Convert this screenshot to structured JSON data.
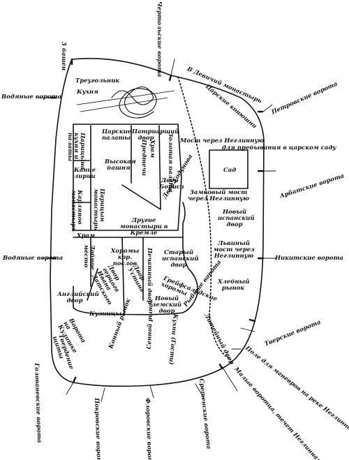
{
  "map": {
    "ink": "#111111",
    "paper": "#ffffff",
    "labels": {
      "chertolskie_vorota": "Чертольские ворота",
      "pyat_bashen": "5 башен",
      "treugolnik": "Треугольник",
      "kukhnya": "Кухня",
      "vodnye_vorota_1": "Водяные ворота",
      "devichiy_monastyr": "В Девичий монастырь",
      "tsarskie_konyushni": "Царские конюшни",
      "petrovskie_vorota": "Петровские ворота",
      "tsarskie_palaty": "Царские палаты",
      "patriarshiy_dvor": "Патриарший двор",
      "zolotaya_palata": "Золотая палата",
      "tsaritsyna_kukhnya": "Царицына кухня и палаты",
      "khram": "Храм",
      "predtechi": "Предтечи",
      "most_1": "Мост через Неглинную",
      "dlya_prebyvaniya": "для пребывания в царском саду",
      "vysokaya_bashnya": "Высокая башня",
      "kanie_liryi": "Кание лирии",
      "sad": "Сад",
      "dvor_borisa": "Двор Бориса",
      "arbatskie_vorota": "Арбатские ворота",
      "karlyanov_monastyr": "Карлянов монастырь",
      "tsaritsyn_monastyr": "Царицын монастырь",
      "dvor_godunova": "Двор Годунова",
      "zamkovy_most": "Замковый мост через Неглинную",
      "novy_ispansky_dvor": "Новый испанский двор",
      "drugie_monastyri": "Другие монастыри в Кремле",
      "khram_2": "Храм",
      "lobnoe_mesto": "Лобное место",
      "khoromy_kor_poslov": "Хоромы кор. послов",
      "stary_ispansky_dvor": "Старый испанский двор",
      "lvovy_most": "Львиный мост через Неглинную",
      "nikitskie_vorota": "Никитские ворота",
      "vodnye_vorota_2": "Водяные ворота",
      "dvor_gertsoga": "Двор герцога Ивана Датского",
      "dvor_ustina": "Двор Устина",
      "pechatny_dvor": "Печатный двор",
      "greifsalskie_khoromy": "Грейфсальдские хоромы",
      "khlebny_rynok": "Хлебный рынок",
      "angliysky_dvor": "Английский двор",
      "novy_zemsky_dvor": "Новый земский двор",
      "kuznitsy": "Кузницы",
      "vorota_na_kulishke": "Ворота на Кулишке",
      "rybnye_vorota": "Рыбные ворота",
      "kukhni_gosti": "Кухни (Гости)",
      "liteyny_dvor": "Литейный двор",
      "tverskie_vorota": "Тверские ворота",
      "pole_dlya_manevrov": "Поле для маневров на реке Неглинной",
      "malye_vorotsa": "Малые воротца, течет Неглинная",
      "tverdenie_shchity": "Твердение щиты",
      "konny_rynok": "Конный рынок",
      "senno_rynok": "Сенной рынок",
      "golovanovskie_vorota": "Голованевские ворота",
      "pokrovskie_vorota": "Покровские ворота",
      "frolovskie_vorota": "Флоровские ворота",
      "sretenskie_vorota": "Сретенские ворота"
    }
  }
}
